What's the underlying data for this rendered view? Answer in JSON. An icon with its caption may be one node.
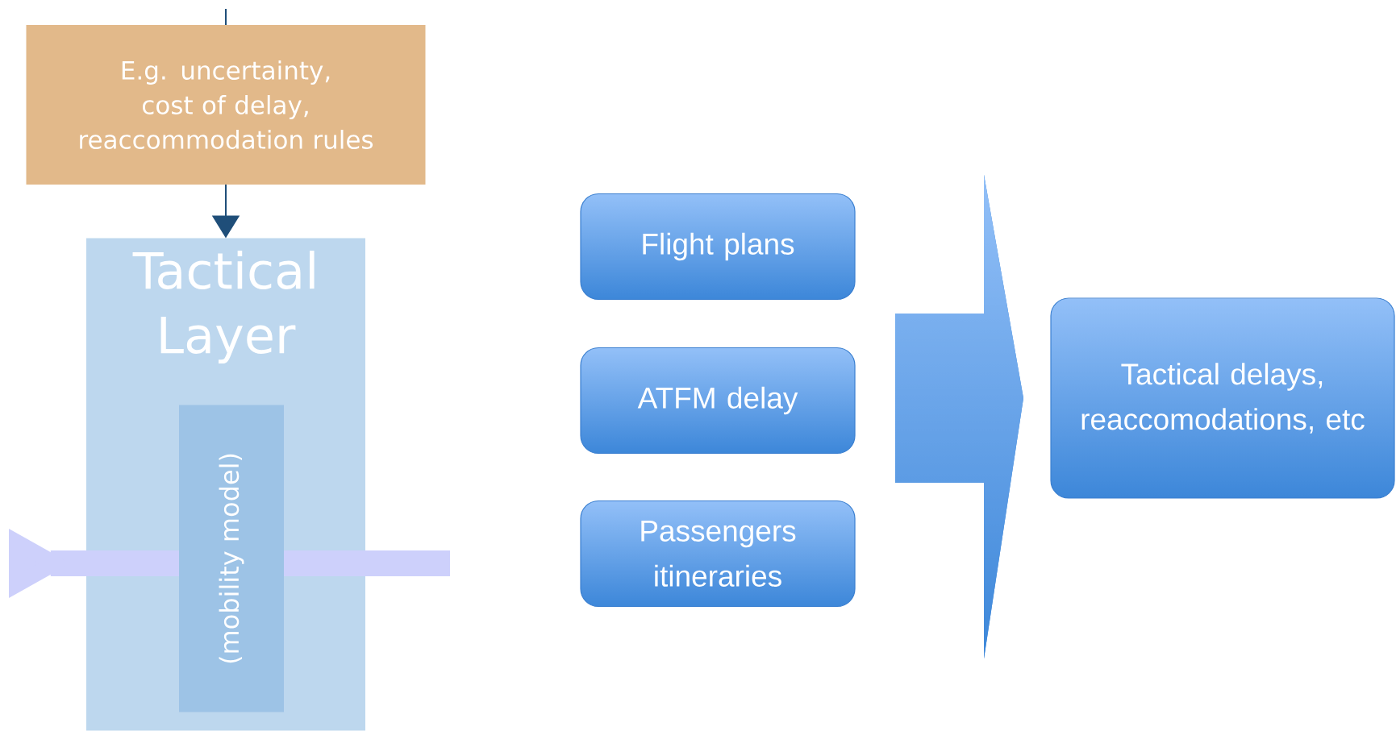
{
  "diagram": {
    "nodes": [
      {
        "text": [
          "E.g. uncertainty, cost of delay, reaccommodation rules"
        ]
      },
      {
        "text": [
          "Tactical Layer"
        ]
      },
      {
        "text": [
          "(mobility model)"
        ],
        "in": 1
      },
      {
        "text": [
          "Flight plans"
        ]
      },
      {
        "text": [
          "ATFM delay"
        ]
      },
      {
        "text": [
          "Passengers itineraries"
        ]
      },
      {
        "text": [
          "Tactical delays, reaccomodations, etc"
        ]
      }
    ],
    "edges": [
      {
        "from": null,
        "to": 0,
        "arrow": "none"
      },
      {
        "from": 0,
        "to": 1,
        "arrow": "to"
      },
      {
        "from": null,
        "to": 2,
        "arrow": "to",
        "style": "thick",
        "color": "#cdd0fb"
      },
      {
        "from": 2,
        "to": null,
        "arrow": "none",
        "style": "thick",
        "color": "#cdd0fb"
      },
      {
        "from": 3,
        "to": 6,
        "arrow": "to"
      },
      {
        "from": 4,
        "to": 6,
        "arrow": "to"
      },
      {
        "from": 5,
        "to": 6,
        "arrow": "to"
      }
    ]
  }
}
